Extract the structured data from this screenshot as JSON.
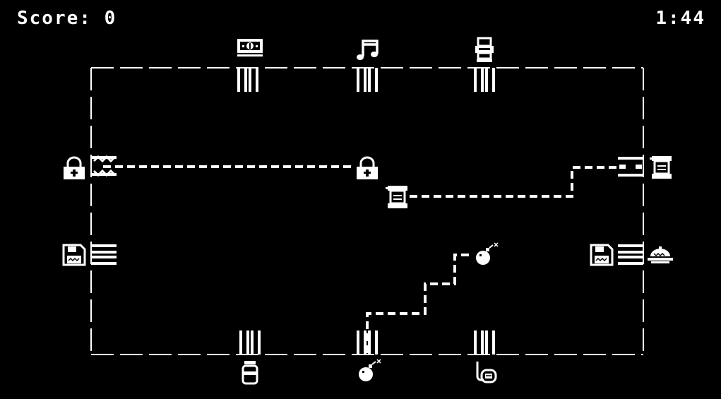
{
  "hud": {
    "score_label": "Score:",
    "score_value": "0",
    "timer": "1:44"
  },
  "colors": {
    "background": "#000000",
    "foreground": "#ffffff"
  },
  "icons": {
    "top": [
      "money-icon",
      "music-note-icon",
      "toilet-icon"
    ],
    "left": [
      "padlock-icon",
      "floppy-disk-icon"
    ],
    "right": [
      "scroll-icon",
      "cloche-icon"
    ],
    "bottom": [
      "jar-icon",
      "bomb-icon",
      "snorkel-icon"
    ],
    "field": [
      "padlock-icon",
      "scroll-icon",
      "bomb-icon"
    ]
  }
}
